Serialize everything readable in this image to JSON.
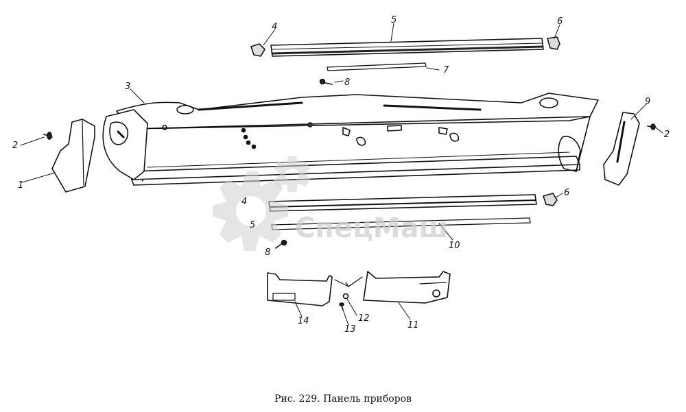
{
  "figure": {
    "caption": "Рис. 229. Панель приборов",
    "watermark": "СпецМаш",
    "callouts": [
      "1",
      "2",
      "2",
      "3",
      "4",
      "4",
      "5",
      "5",
      "6",
      "6",
      "7",
      "8",
      "8",
      "9",
      "10",
      "11",
      "12",
      "13",
      "14"
    ]
  },
  "colors": {
    "ink": "#111111",
    "paper": "#ffffff",
    "watermark": "#cfcfcf"
  }
}
